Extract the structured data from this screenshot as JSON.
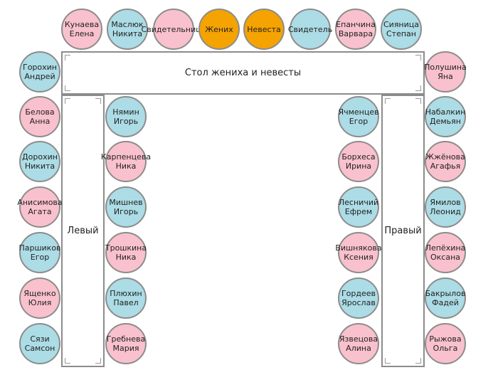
{
  "colors": {
    "female": "#f9c1cd",
    "male": "#acdce6",
    "couple": "#f5a300",
    "border": "#8c8c8c"
  },
  "tables": {
    "main": "Стол жениха и невесты",
    "left": "Левый",
    "right": "Правый"
  },
  "top_row": [
    {
      "l1": "Кунаева",
      "l2": "Елена",
      "g": "female"
    },
    {
      "l1": "Маслюк",
      "l2": "Никита",
      "g": "male"
    },
    {
      "l1": "Свидетельница",
      "l2": "",
      "g": "female"
    },
    {
      "l1": "Жених",
      "l2": "",
      "g": "couple"
    },
    {
      "l1": "Невеста",
      "l2": "",
      "g": "couple"
    },
    {
      "l1": "Свидетель",
      "l2": "",
      "g": "male"
    },
    {
      "l1": "Епанчина",
      "l2": "Варвара",
      "g": "female"
    },
    {
      "l1": "Сияница",
      "l2": "Степан",
      "g": "male"
    }
  ],
  "left_outer": [
    {
      "l1": "Горохин",
      "l2": "Андрей",
      "g": "male"
    },
    {
      "l1": "Белова",
      "l2": "Анна",
      "g": "female"
    },
    {
      "l1": "Дорохин",
      "l2": "Никита",
      "g": "male"
    },
    {
      "l1": "Анисимова",
      "l2": "Агата",
      "g": "female"
    },
    {
      "l1": "Паршиков",
      "l2": "Егор",
      "g": "male"
    },
    {
      "l1": "Ященко",
      "l2": "Юлия",
      "g": "female"
    },
    {
      "l1": "Сязи",
      "l2": "Самсон",
      "g": "male"
    }
  ],
  "left_inner": [
    {
      "l1": "Нямин",
      "l2": "Игорь",
      "g": "male"
    },
    {
      "l1": "Карпенцева",
      "l2": "Ника",
      "g": "female"
    },
    {
      "l1": "Мишнев",
      "l2": "Игорь",
      "g": "male"
    },
    {
      "l1": "Трошкина",
      "l2": "Ника",
      "g": "female"
    },
    {
      "l1": "Плюхин",
      "l2": "Павел",
      "g": "male"
    },
    {
      "l1": "Гребнева",
      "l2": "Мария",
      "g": "female"
    }
  ],
  "right_inner": [
    {
      "l1": "Ячменцев",
      "l2": "Егор",
      "g": "male"
    },
    {
      "l1": "Борхеса",
      "l2": "Ирина",
      "g": "female"
    },
    {
      "l1": "Лесничий",
      "l2": "Ефрем",
      "g": "male"
    },
    {
      "l1": "Вишнякова",
      "l2": "Ксения",
      "g": "female"
    },
    {
      "l1": "Гордеев",
      "l2": "Ярослав",
      "g": "male"
    },
    {
      "l1": "Язвецова",
      "l2": "Алина",
      "g": "female"
    }
  ],
  "right_outer": [
    {
      "l1": "Полушина",
      "l2": "Яна",
      "g": "female"
    },
    {
      "l1": "Набалкин",
      "l2": "Демьян",
      "g": "male"
    },
    {
      "l1": "Жжёнова",
      "l2": "Агафья",
      "g": "female"
    },
    {
      "l1": "Ямилов",
      "l2": "Леонид",
      "g": "male"
    },
    {
      "l1": "Лепёхина",
      "l2": "Оксана",
      "g": "female"
    },
    {
      "l1": "Бакрылов",
      "l2": "Фадей",
      "g": "male"
    },
    {
      "l1": "Рыжова",
      "l2": "Ольга",
      "g": "female"
    }
  ]
}
